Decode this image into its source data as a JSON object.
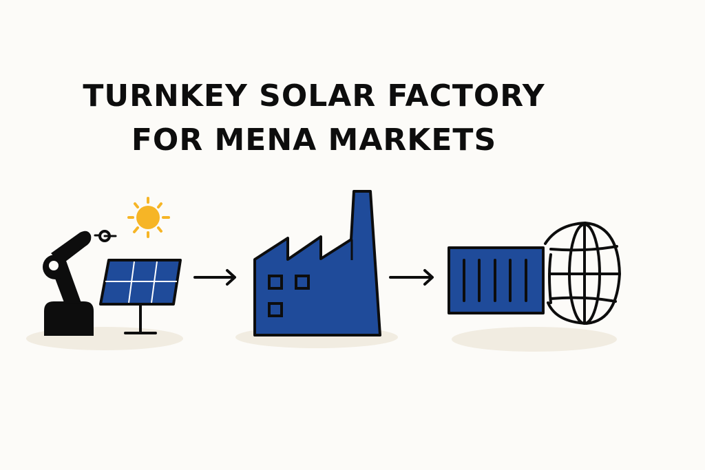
{
  "title": {
    "line1": "TURNKEY SOLAR FACTORY",
    "line2": "FOR MENA MARKETS"
  },
  "flow": {
    "steps": [
      {
        "id": "production",
        "icons": [
          "robot-arm-icon",
          "sun-icon",
          "solar-panel-icon"
        ]
      },
      {
        "id": "factory",
        "icons": [
          "factory-icon"
        ]
      },
      {
        "id": "export",
        "icons": [
          "shipping-container-icon",
          "globe-icon"
        ]
      }
    ],
    "connectors": [
      "arrow-right-icon",
      "arrow-right-icon"
    ]
  },
  "colors": {
    "background": "#fcfbf8",
    "primary_blue": "#1f4b9a",
    "outline": "#0d0d0d",
    "sun": "#f6b526",
    "ground_shadow": "#f1ece1"
  }
}
